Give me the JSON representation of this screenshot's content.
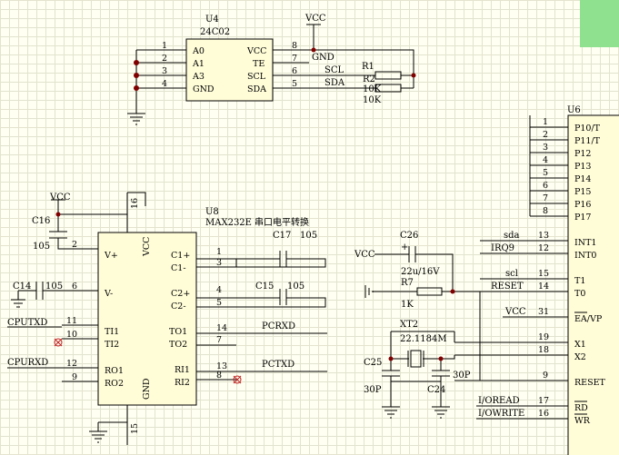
{
  "colors": {
    "background": "#fffff2",
    "grid": "#e3e3cf",
    "chip_fill": "#fffdd8",
    "accent_box": "#8fe08f",
    "nc_mark": "#c02020"
  },
  "u4": {
    "ref": "U4",
    "part": "24C02",
    "left_pins": [
      {
        "num": "1",
        "name": "A0"
      },
      {
        "num": "2",
        "name": "A1"
      },
      {
        "num": "3",
        "name": "A3"
      },
      {
        "num": "4",
        "name": "GND"
      }
    ],
    "right_pins": [
      {
        "num": "8",
        "name": "VCC"
      },
      {
        "num": "7",
        "name": "TE"
      },
      {
        "num": "6",
        "name": "SCL"
      },
      {
        "num": "5",
        "name": "SDA"
      }
    ]
  },
  "u4_nets": {
    "vcc": "VCC",
    "gnd": "GND",
    "scl": "SCL",
    "sda": "SDA"
  },
  "r1": {
    "ref": "R1",
    "value_top": "10K",
    "value_bottom": "10K",
    "r2": "R2"
  },
  "u8": {
    "ref": "U8",
    "part": "MAX232E",
    "desc": "串口电平转换",
    "top_pin": {
      "num": "16",
      "name": "VCC"
    },
    "bottom_pin": {
      "num": "15",
      "name": "GND"
    },
    "left_pins": [
      {
        "num": "2",
        "name": "V+"
      },
      {
        "num": "6",
        "name": "V-"
      },
      {
        "num": "11",
        "name": "TI1"
      },
      {
        "num": "10",
        "name": "TI2"
      },
      {
        "num": "12",
        "name": "RO1"
      },
      {
        "num": "9",
        "name": "RO2"
      }
    ],
    "right_pins": [
      {
        "num": "1",
        "name": "C1+"
      },
      {
        "num": "3",
        "name": "C1-"
      },
      {
        "num": "4",
        "name": "C2+"
      },
      {
        "num": "5",
        "name": "C2-"
      },
      {
        "num": "14",
        "name": "TO1"
      },
      {
        "num": "7",
        "name": "TO2"
      },
      {
        "num": "13",
        "name": "RI1"
      },
      {
        "num": "8",
        "name": "RI2"
      }
    ]
  },
  "u8_parts": {
    "vcc": "VCC",
    "c16": "C16",
    "c16_val": "105",
    "c14": "C14",
    "c14_val": "105",
    "c17": "C17",
    "c17_val": "105",
    "c15": "C15",
    "c15_val": "105",
    "cputxd": "CPUTXD",
    "cpurxd": "CPURXD",
    "pcrxd": "PCRXD",
    "pctxd": "PCTXD"
  },
  "u6": {
    "ref": "U6",
    "pins": [
      {
        "num": "1",
        "name": "P10/T"
      },
      {
        "num": "2",
        "name": "P11/T"
      },
      {
        "num": "3",
        "name": "P12"
      },
      {
        "num": "4",
        "name": "P13"
      },
      {
        "num": "5",
        "name": "P14"
      },
      {
        "num": "6",
        "name": "P15"
      },
      {
        "num": "7",
        "name": "P16"
      },
      {
        "num": "8",
        "name": "P17"
      },
      {
        "num": "13",
        "name": "INT1"
      },
      {
        "num": "12",
        "name": "INT0"
      },
      {
        "num": "15",
        "name": "T1"
      },
      {
        "num": "14",
        "name": "T0"
      },
      {
        "num": "31",
        "name": "EA/VP"
      },
      {
        "num": "19",
        "name": "X1"
      },
      {
        "num": "18",
        "name": "X2"
      },
      {
        "num": "9",
        "name": "RESET"
      },
      {
        "num": "17",
        "name": "RD"
      },
      {
        "num": "16",
        "name": "WR"
      }
    ]
  },
  "u6_nets": {
    "sda": "sda",
    "irq9": "IRQ9",
    "scl": "scl",
    "reset": "RESET",
    "vcc_ea": "VCC",
    "ioread": "I/OREAD",
    "iowrite": "I/OWRITE"
  },
  "reset_ckt": {
    "vcc": "VCC",
    "c26": "C26",
    "c26_plus": "+",
    "c26_val": "22u/16V",
    "r7": "R7",
    "r7_val": "1K"
  },
  "xtal_ckt": {
    "xt2": "XT2",
    "xt2_val": "22.1184M",
    "c25": "C25",
    "c25_val": "30P",
    "c24": "C24",
    "c24_val": "30P"
  }
}
